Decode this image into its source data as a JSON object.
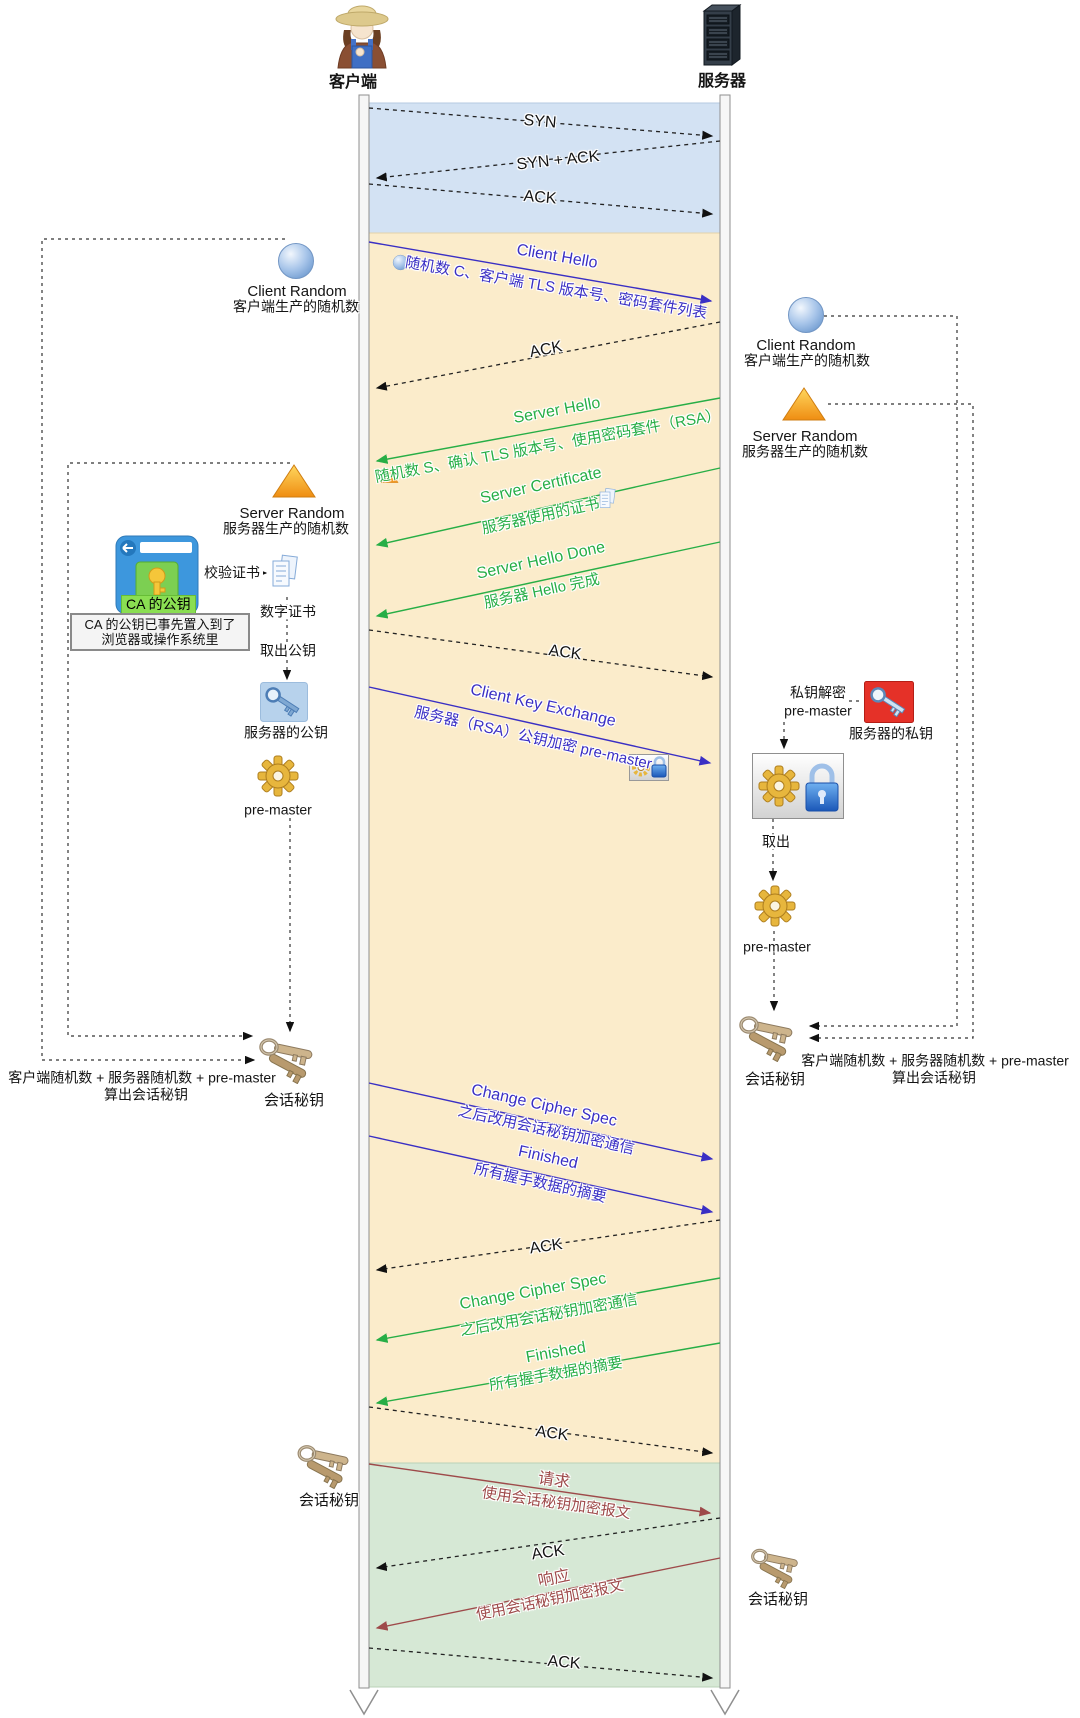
{
  "actors": {
    "client": "客户端",
    "server": "服务器"
  },
  "messages": {
    "syn": "SYN",
    "syn_ack": "SYN + ACK",
    "ack": "ACK",
    "client_hello": {
      "title": "Client Hello",
      "desc": "随机数 C、客户端 TLS 版本号、密码套件列表"
    },
    "server_hello": {
      "title": "Server Hello",
      "desc": "随机数 S、确认 TLS 版本号、使用密码套件（RSA）"
    },
    "server_certificate": {
      "title": "Server Certificate",
      "desc": "服务器使用的证书"
    },
    "server_hello_done": {
      "title": "Server Hello Done",
      "desc": "服务器 Hello 完成"
    },
    "client_key_exchange": {
      "title": "Client Key Exchange",
      "desc": "服务器（RSA）公钥加密 pre-master"
    },
    "change_cipher_spec": {
      "title": "Change Cipher Spec",
      "desc": "之后改用会话秘钥加密通信"
    },
    "finished": {
      "title": "Finished",
      "desc": "所有握手数据的摘要"
    },
    "request": {
      "title": "请求",
      "desc": "使用会话秘钥加密报文"
    },
    "response": {
      "title": "响应",
      "desc": "使用会话秘钥加密报文"
    }
  },
  "annotations": {
    "client_random": {
      "title": "Client Random",
      "desc": "客户端生产的随机数"
    },
    "server_random": {
      "title": "Server Random",
      "desc": "服务器生产的随机数"
    },
    "verify_cert": "校验证书",
    "digital_cert": "数字证书",
    "ca_public_key": "CA 的公钥",
    "ca_note_line1": "CA 的公钥已事先置入到了",
    "ca_note_line2": "浏览器或操作系统里",
    "extract_public_key": "取出公钥",
    "server_public_key": "服务器的公钥",
    "pre_master": "pre-master",
    "private_key_decrypt": "私钥解密",
    "server_private_key": "服务器的私钥",
    "extract": "取出",
    "session_key": "会话秘钥",
    "session_key_formula_line1": "客户端随机数 + 服务器随机数 +  pre-master",
    "session_key_formula_line2": "算出会话秘钥"
  },
  "colors": {
    "tcp_band": "#d3e2f3",
    "tls_band": "#fbeccb",
    "app_band": "#d6e8d5",
    "client_message": "#3a2fc4",
    "server_message": "#27ae46",
    "app_message": "#9e4a4a"
  }
}
